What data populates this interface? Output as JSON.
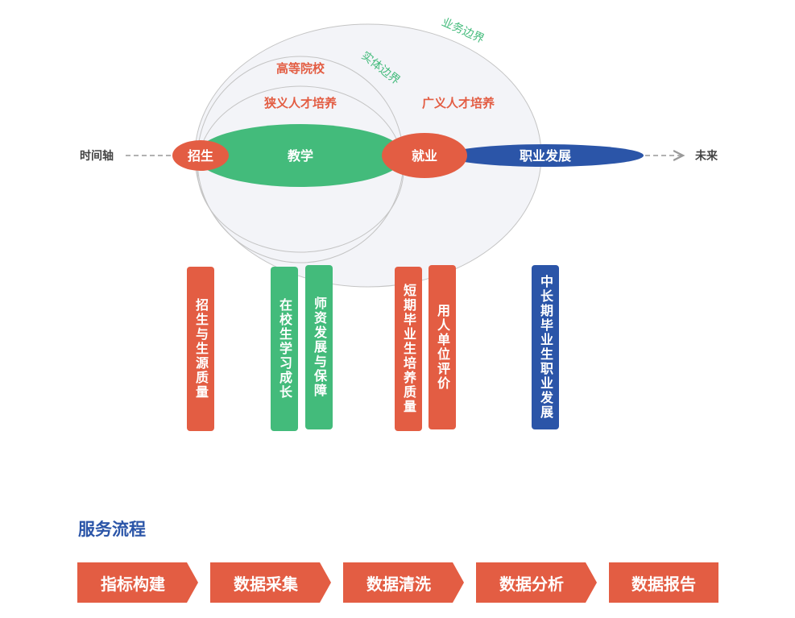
{
  "diagram": {
    "boundaries": {
      "business": "业务边界",
      "entity": "实体边界"
    },
    "regions": {
      "university": "高等院校",
      "narrow_training": "狭义人才培养",
      "broad_training": "广义人才培养"
    },
    "timeline": {
      "start": "时间轴",
      "end": "未来"
    },
    "stages": [
      {
        "label": "招生",
        "color": "#e35d43"
      },
      {
        "label": "教学",
        "color": "#43bb7b"
      },
      {
        "label": "就业",
        "color": "#e35d43"
      },
      {
        "label": "职业发展",
        "color": "#2b55a8"
      }
    ],
    "bars": [
      {
        "label": "招生与生源质量",
        "color": "red"
      },
      {
        "label": "在校生学习成长",
        "color": "green"
      },
      {
        "label": "师资发展与保障",
        "color": "green"
      },
      {
        "label": "短期毕业生培养质量",
        "color": "red"
      },
      {
        "label": "用人单位评价",
        "color": "red"
      },
      {
        "label": "中长期毕业生职业发展",
        "color": "blue"
      }
    ]
  },
  "service": {
    "title": "服务流程",
    "steps": [
      "指标构建",
      "数据采集",
      "数据清洗",
      "数据分析",
      "数据报告"
    ]
  },
  "colors": {
    "red": "#e35d43",
    "green": "#43bb7b",
    "blue": "#2b55a8",
    "region_text": "#e35d43",
    "boundary_text": "#43bb7b",
    "axis_text": "#444444"
  }
}
